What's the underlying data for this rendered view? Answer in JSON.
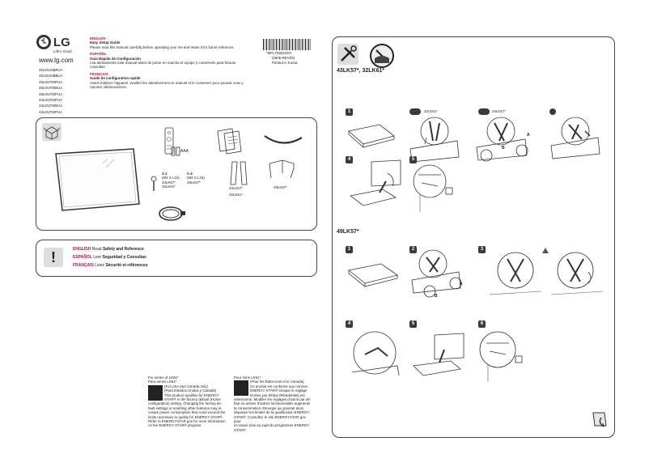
{
  "brand": {
    "logo_text": "LG",
    "slogan": "Life's Good",
    "website": "www.lg.com"
  },
  "models_left": [
    "32LK510BPUA",
    "32LK610BBUA",
    "49LK5750PUA",
    "49LK5700BUA",
    "49LK5700PUA",
    "43LK5750PUA",
    "43LK5700BUA",
    "43LK5700PUA"
  ],
  "guides": {
    "english": {
      "lang": "ENGLISH",
      "title": "Easy Setup Guide",
      "body": "Please read this manual carefully before operating your set and retain it for future reference."
    },
    "spanish": {
      "lang": "ESPAÑOL",
      "title": "Guía Rápida de Configuración",
      "body": "Lea atentamente este manual antes de poner en marcha el equipo y consérvelo para futuras consultas."
    },
    "french": {
      "lang": "FRANÇAIS",
      "title": "Guide de configuration rapide",
      "body": "Avant d'utiliser l'appareil, veuillez lire attentivement ce manuel et le conserver pour pouvoir vous y reporter ultérieurement."
    }
  },
  "barcode": {
    "number": "*MFL70561103*",
    "code": "(1806-REV03)",
    "printed": "Printed in Korea"
  },
  "box_contents": {
    "battery_label": "AAA",
    "screws": {
      "qty_a": "X 2",
      "spec_a": "(M4 X L16)",
      "model_a": "43LK57*",
      "model_a2": "32LK61*",
      "qty_b": "X 4",
      "spec_b": "(M4 X L16)",
      "model_b": "49LK57*"
    },
    "stands": {
      "model_a": "43LK57*",
      "model_a2": "32LK61*",
      "model_b": "49LK57*"
    }
  },
  "safety": {
    "english_lang": "ENGLISH",
    "english_text": "Read",
    "english_title": "Safety and Reference",
    "spanish_lang": "ESPAÑOL",
    "spanish_text": "Leer",
    "spanish_title": "Seguridad y Consultas",
    "french_lang": "FRANÇAIS",
    "french_text": "Lisez",
    "french_title": "Sécurité et références"
  },
  "energy_en": {
    "heading": "For series of LK61*",
    "heading2": "Para series LK61*",
    "lines": [
      "(For USA and Canada only)",
      "(Para Estados Unidos y Canadá)",
      "This product qualifies for ENERGY",
      "STAR® in the factory default (Home",
      "configuration) setting. Changing the factory de-",
      "fault settings or enabling other features may in-",
      "crease power consumption that could exceed the",
      "limits necessary to quality for ENERGY STAR®.",
      "Refer to ENERGYSTAR.gov for more information",
      "on the ENERGY STAR® program."
    ]
  },
  "energy_fr": {
    "heading": "Pour série LK61*",
    "lines": [
      "(Pour les États-Unis et le Canada)",
      "Ce produit est conforme aux normes",
      "ENERGY STAR® lorsque le réglage",
      "d'usine par défaut (Résidentiel) est",
      "sélectionné. Modifier les réglages d'usine par dé-",
      "faut ou activer d'autres fonctionnalités augmente",
      "la consommation d'énergie qui pourrait alors",
      "dépasser les limites de la qualification ENERGY",
      "STAR®. Consultez le site ENERGYSTAR.gov pour",
      "en savoir plus au sujet du programme ENERGY",
      "STAR®."
    ]
  },
  "section1": {
    "title": "43LK57*, 32LK61*",
    "steps": [
      "1",
      "2",
      "3",
      "4",
      "5"
    ],
    "labels": [
      "32LK61*",
      "43LK57*",
      "A",
      "B"
    ]
  },
  "section2": {
    "title": "49LK57*",
    "steps": [
      "1",
      "2",
      "3",
      "4",
      "5",
      "6"
    ],
    "labels": [
      "A",
      "B"
    ]
  },
  "icons": [
    "box-icon",
    "tools-icon",
    "no-water-icon",
    "warning-icon",
    "page-turn-icon"
  ]
}
